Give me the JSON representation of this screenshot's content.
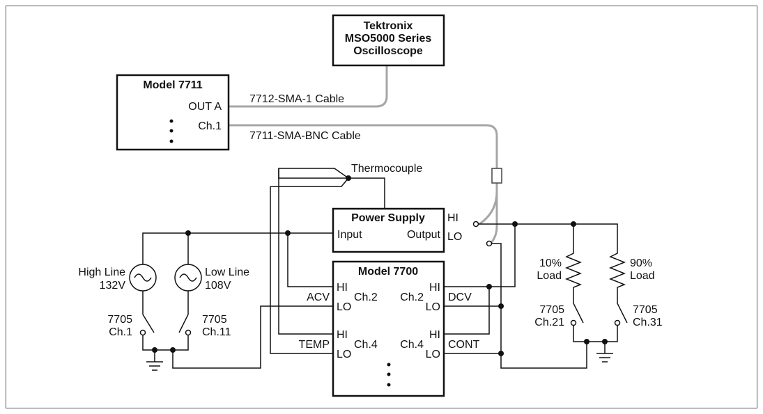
{
  "oscilloscope": {
    "line1": "Tektronix",
    "line2": "MSO5000 Series",
    "line3": "Oscilloscope"
  },
  "model7711": {
    "title": "Model 7711",
    "out_a": "OUT A",
    "ch1": "Ch.1"
  },
  "cables": {
    "sma": "7712-SMA-1 Cable",
    "sma_bnc": "7711-SMA-BNC Cable"
  },
  "thermocouple": "Thermocouple",
  "power_supply": {
    "title": "Power Supply",
    "input": "Input",
    "output": "Output",
    "hi": "HI",
    "lo": "LO"
  },
  "model7700": {
    "title": "Model 7700",
    "hi": "HI",
    "lo": "LO",
    "ch2": "Ch.2",
    "ch4": "Ch.4",
    "acv": "ACV",
    "dcv": "DCV",
    "temp": "TEMP",
    "cont": "CONT"
  },
  "sources": {
    "high_line": {
      "name": "High Line",
      "value": "132V"
    },
    "low_line": {
      "name": "Low Line",
      "value": "108V"
    }
  },
  "switches": {
    "sw_ch1": {
      "model": "7705",
      "channel": "Ch.1"
    },
    "sw_ch11": {
      "model": "7705",
      "channel": "Ch.11"
    },
    "sw_ch21": {
      "model": "7705",
      "channel": "Ch.21"
    },
    "sw_ch31": {
      "model": "7705",
      "channel": "Ch.31"
    }
  },
  "loads": {
    "load10": {
      "percent": "10%",
      "label": "Load"
    },
    "load90": {
      "percent": "90%",
      "label": "Load"
    }
  },
  "colors": {
    "wire": "#111111",
    "cable": "#a6a6a6",
    "frame": "#555555"
  }
}
